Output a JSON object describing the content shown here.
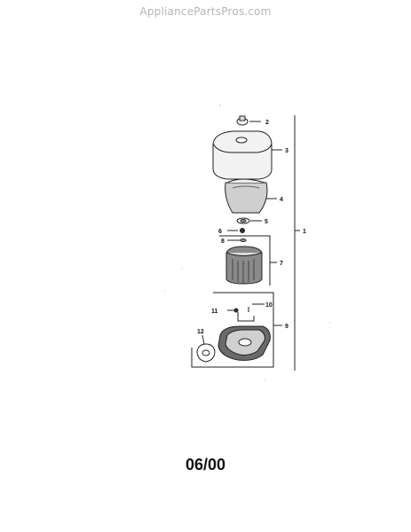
{
  "watermark": "AppliancePartsPros.com",
  "callouts": [
    {
      "id": "1",
      "label": "1"
    },
    {
      "id": "2",
      "label": "2"
    },
    {
      "id": "3",
      "label": "3"
    },
    {
      "id": "4",
      "label": "4"
    },
    {
      "id": "5",
      "label": "5"
    },
    {
      "id": "6",
      "label": "6"
    },
    {
      "id": "7",
      "label": "7"
    },
    {
      "id": "8",
      "label": "8"
    },
    {
      "id": "9",
      "label": "9"
    },
    {
      "id": "10",
      "label": "10"
    },
    {
      "id": "11",
      "label": "11"
    },
    {
      "id": "12",
      "label": "12"
    }
  ],
  "footer": {
    "date": "06/00"
  }
}
